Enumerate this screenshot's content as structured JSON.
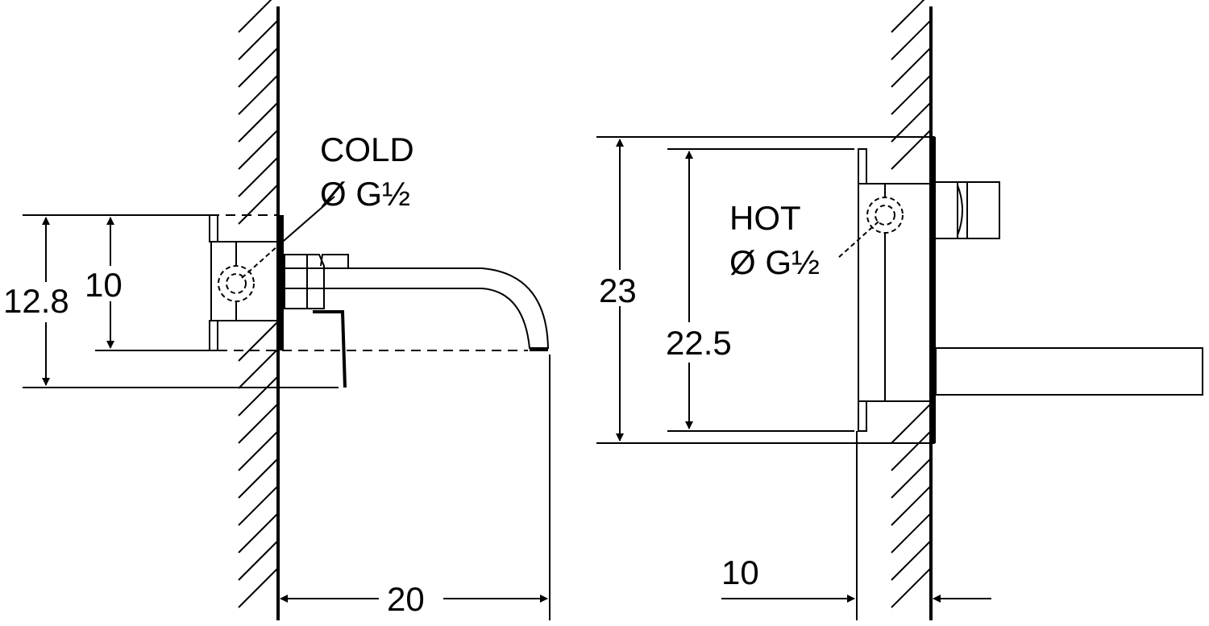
{
  "left_view": {
    "label_line1": "COLD",
    "label_line2": "Ø G½",
    "dim_overall_height": "12.8",
    "dim_body_height": "10",
    "dim_spout_projection": "20"
  },
  "right_view": {
    "label_line1": "HOT",
    "label_line2": "Ø G½",
    "dim_plate_height": "23",
    "dim_box_height": "22.5",
    "dim_wall_depth": "10"
  },
  "colors": {
    "line": "#000000",
    "background": "#ffffff"
  }
}
